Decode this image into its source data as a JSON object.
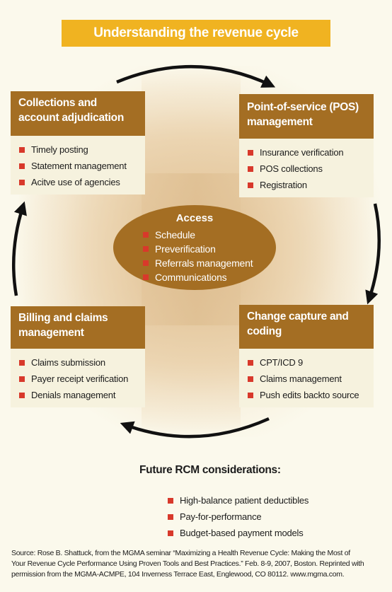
{
  "title": "Understanding the revenue cycle",
  "boxes": {
    "collections": {
      "heading_line1": "Collections and",
      "heading_line2": "account adjudication",
      "items": [
        "Timely posting",
        "Statement management",
        "Acitve use of agencies"
      ]
    },
    "pos": {
      "heading_line1": "Point-of-service (POS)",
      "heading_line2": "management",
      "items": [
        "Insurance verification",
        "POS collections",
        "Registration"
      ]
    },
    "billing": {
      "heading_line1": "Billing and claims",
      "heading_line2": "management",
      "items": [
        "Claims submission",
        "Payer receipt verification",
        "Denials management"
      ]
    },
    "charge": {
      "heading_line1": "Change capture and",
      "heading_line2": "coding",
      "items": [
        "CPT/ICD 9",
        "Claims management",
        "Push edits backto source"
      ]
    }
  },
  "access": {
    "title": "Access",
    "items": [
      "Schedule",
      "Preverification",
      "Referrals management",
      "Communications"
    ]
  },
  "future": {
    "title": "Future RCM considerations:",
    "items": [
      "High-balance patient deductibles",
      "Pay-for-performance",
      "Budget-based payment models"
    ]
  },
  "source": {
    "line1": "Source: Rose B. Shattuck, from the MGMA seminar “Maximizing a Health Revenue Cycle: Making the Most of",
    "line2": "Your Revenue Cycle Performance Using Proven Tools and Best Practices.” Feb. 8-9, 2007, Boston. Reprinted with",
    "line3": "permission from the MGMA-ACMPE, 104 Inverness Terrace East, Englewood, CO 80112. www.mgma.com."
  },
  "colors": {
    "title_bar": "#f0b321",
    "box_header": "#a46e23",
    "bullet": "#d8392b",
    "background": "#fbf9ec"
  }
}
